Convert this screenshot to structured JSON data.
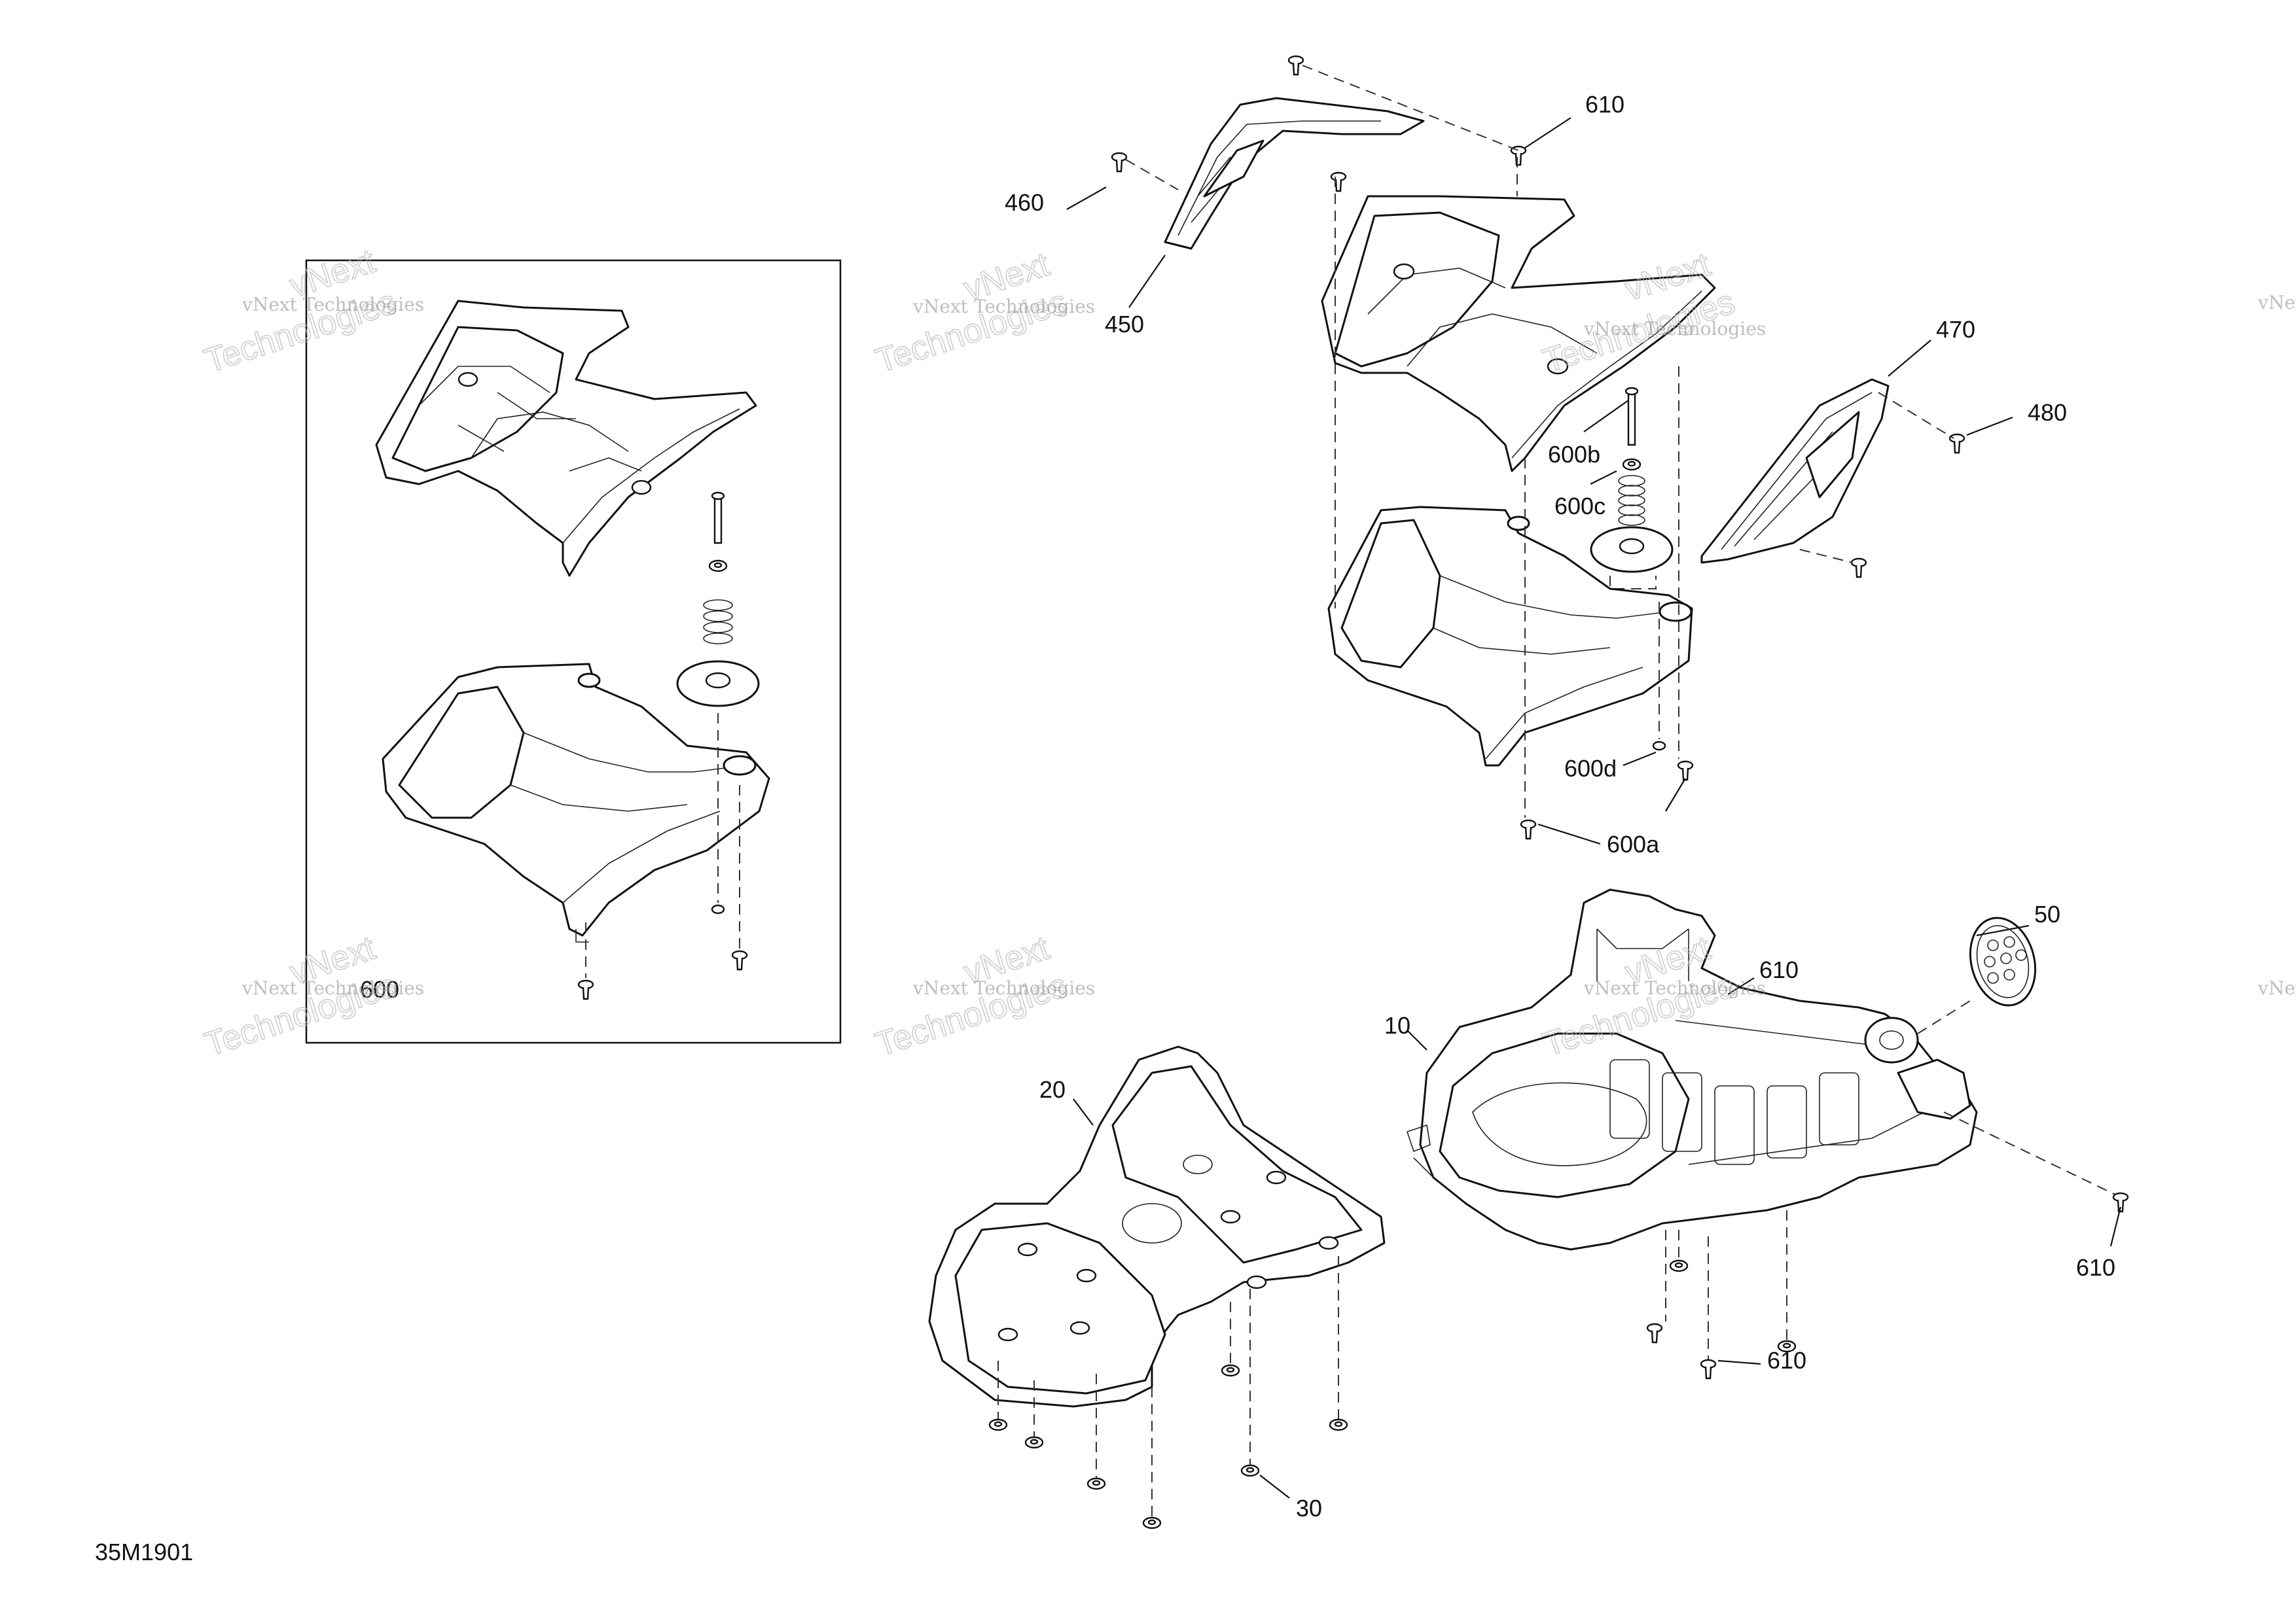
{
  "figure_code": "35M1901",
  "callouts": {
    "c450": "450",
    "c460": "460",
    "c470": "470",
    "c480": "480",
    "c600": "600",
    "c600a": "600a",
    "c600b": "600b",
    "c600c": "600c",
    "c600d": "600d",
    "c610_top": "610",
    "c610_mid": "610",
    "c610_right": "610",
    "c610_bottom": "610",
    "c10": "10",
    "c20": "20",
    "c30": "30",
    "c50": "50"
  },
  "watermark": {
    "line1": "vNext Technologies",
    "line2": "vNext",
    "line3": "Technologies"
  },
  "colors": {
    "line": "#111111",
    "watermark": "#9a9a9a",
    "background": "#ffffff"
  }
}
